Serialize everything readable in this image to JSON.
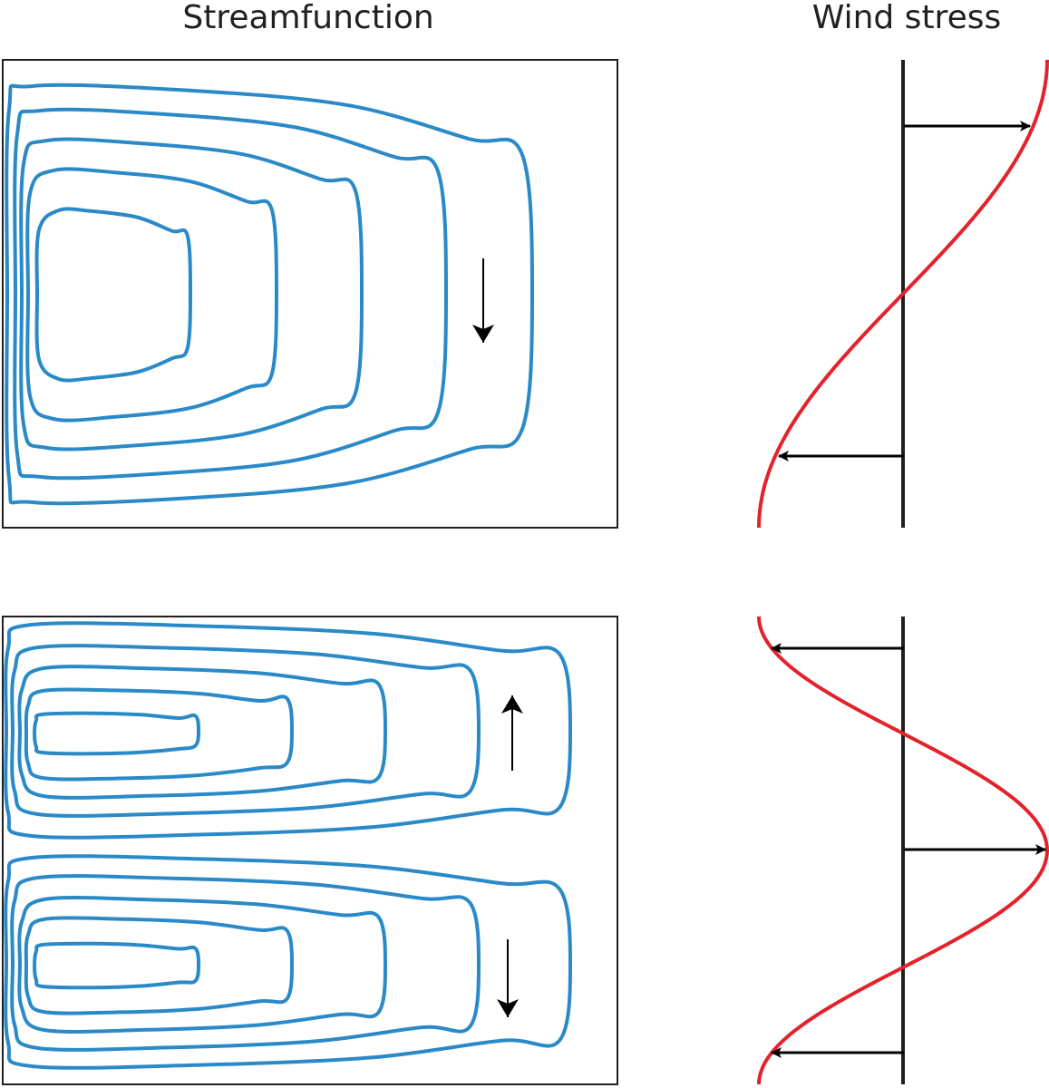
{
  "titles": {
    "streamfunction": "Streamfunction",
    "wind_stress": "Wind stress"
  },
  "panels": [
    {
      "name": "single-gyre",
      "gyres": 1,
      "flow_arrows": [
        "down"
      ],
      "wind_stress_arrows": [
        "right",
        "left"
      ]
    },
    {
      "name": "double-gyre",
      "gyres": 2,
      "flow_arrows": [
        "up",
        "down"
      ],
      "wind_stress_arrows": [
        "left",
        "right",
        "left"
      ]
    }
  ],
  "colors": {
    "streamline": "#2a8ac8",
    "wind_profile": "#e3222b",
    "frame": "#231f20",
    "arrow": "#000000"
  }
}
